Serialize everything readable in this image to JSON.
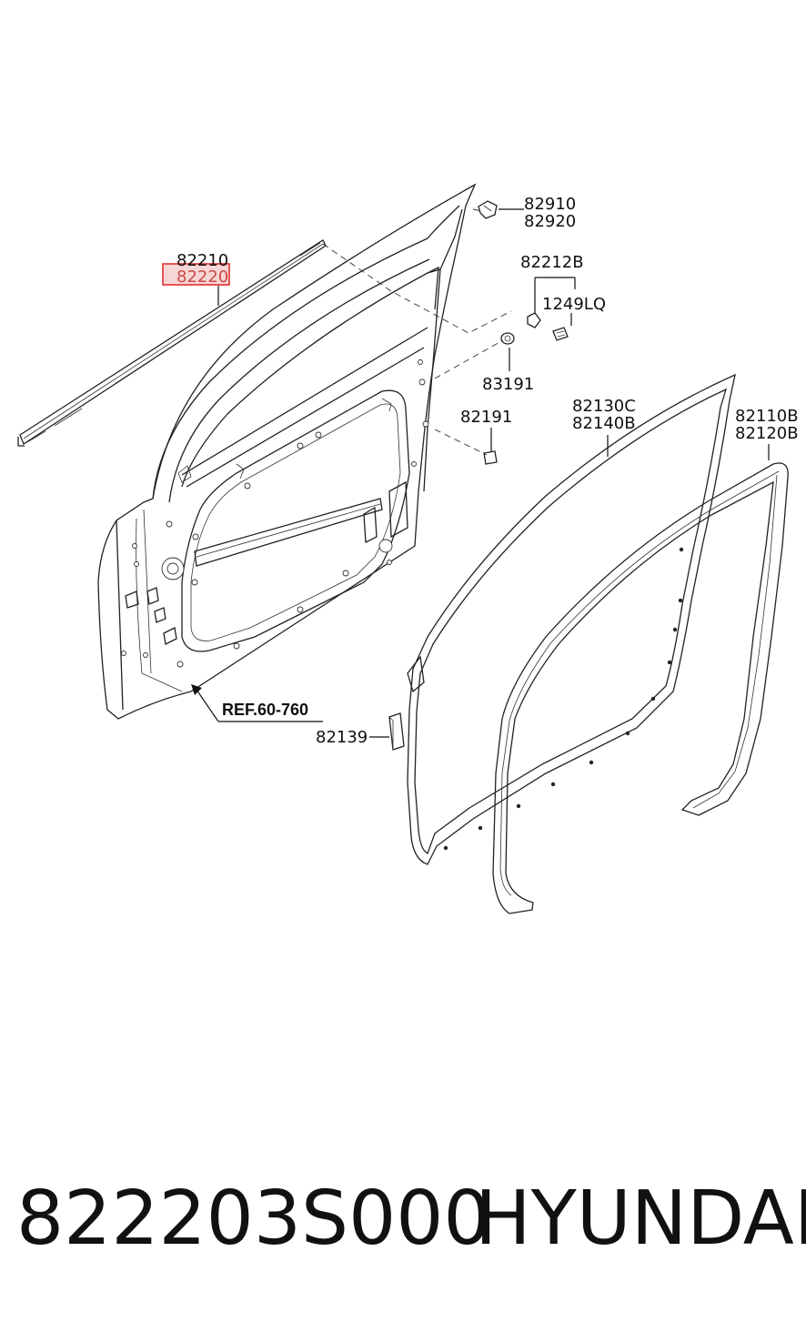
{
  "callouts": {
    "p82910": "82910",
    "p82920": "82920",
    "p82210": "82210",
    "p82220": "82220",
    "p82212B": "82212B",
    "p1249LQ": "1249LQ",
    "p83191": "83191",
    "p82191": "82191",
    "p82130C": "82130C",
    "p82140B": "82140B",
    "p82110B": "82110B",
    "p82120B": "82120B",
    "ref": "REF.60-760",
    "p82139": "82139"
  },
  "highlighted_part": "82220",
  "highlight_color": "#e03030",
  "highlight_fill": "#f9d6d6",
  "footer": {
    "part_number": "822203S000",
    "brand": "HYUNDAI"
  }
}
